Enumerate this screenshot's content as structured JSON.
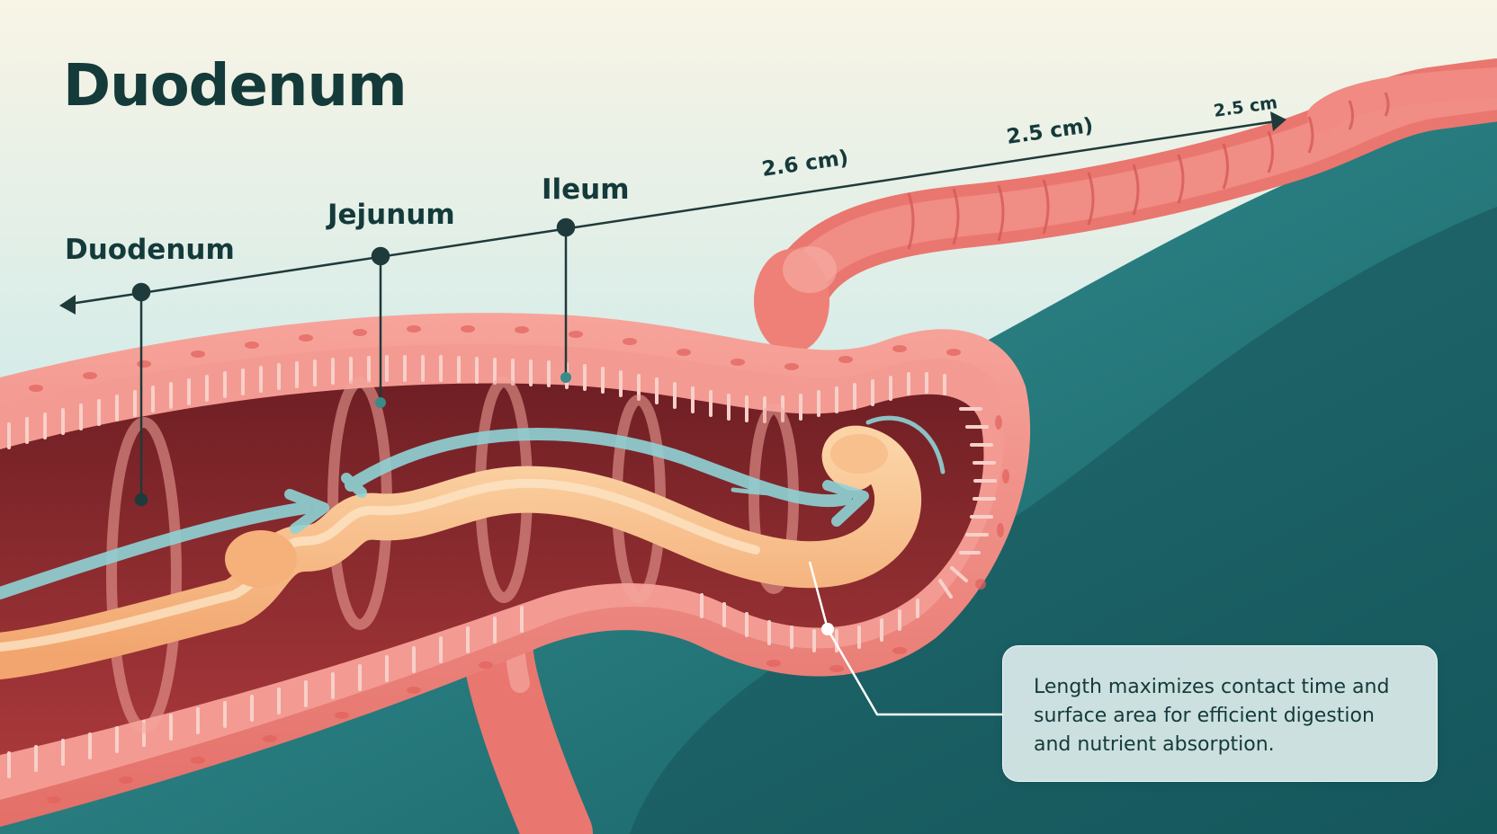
{
  "title": "Duodenum",
  "segments": [
    {
      "label": "Duodenum"
    },
    {
      "label": "Jejunum"
    },
    {
      "label": "Ileum"
    }
  ],
  "measurements": [
    {
      "label": "2.6 cm)"
    },
    {
      "label": "2.5 cm)"
    },
    {
      "label": "2.5 cm"
    }
  ],
  "callout": {
    "text": "Length maximizes contact time and surface area for efficient digestion and nutrient absorption."
  },
  "colors": {
    "intestine": "#f08a82",
    "lumen": "#8f2b2b",
    "chyme": "#f7c08a",
    "flow_arrow": "#8fd3d6",
    "background_water": "#1f6f72",
    "text": "#143a3a"
  }
}
